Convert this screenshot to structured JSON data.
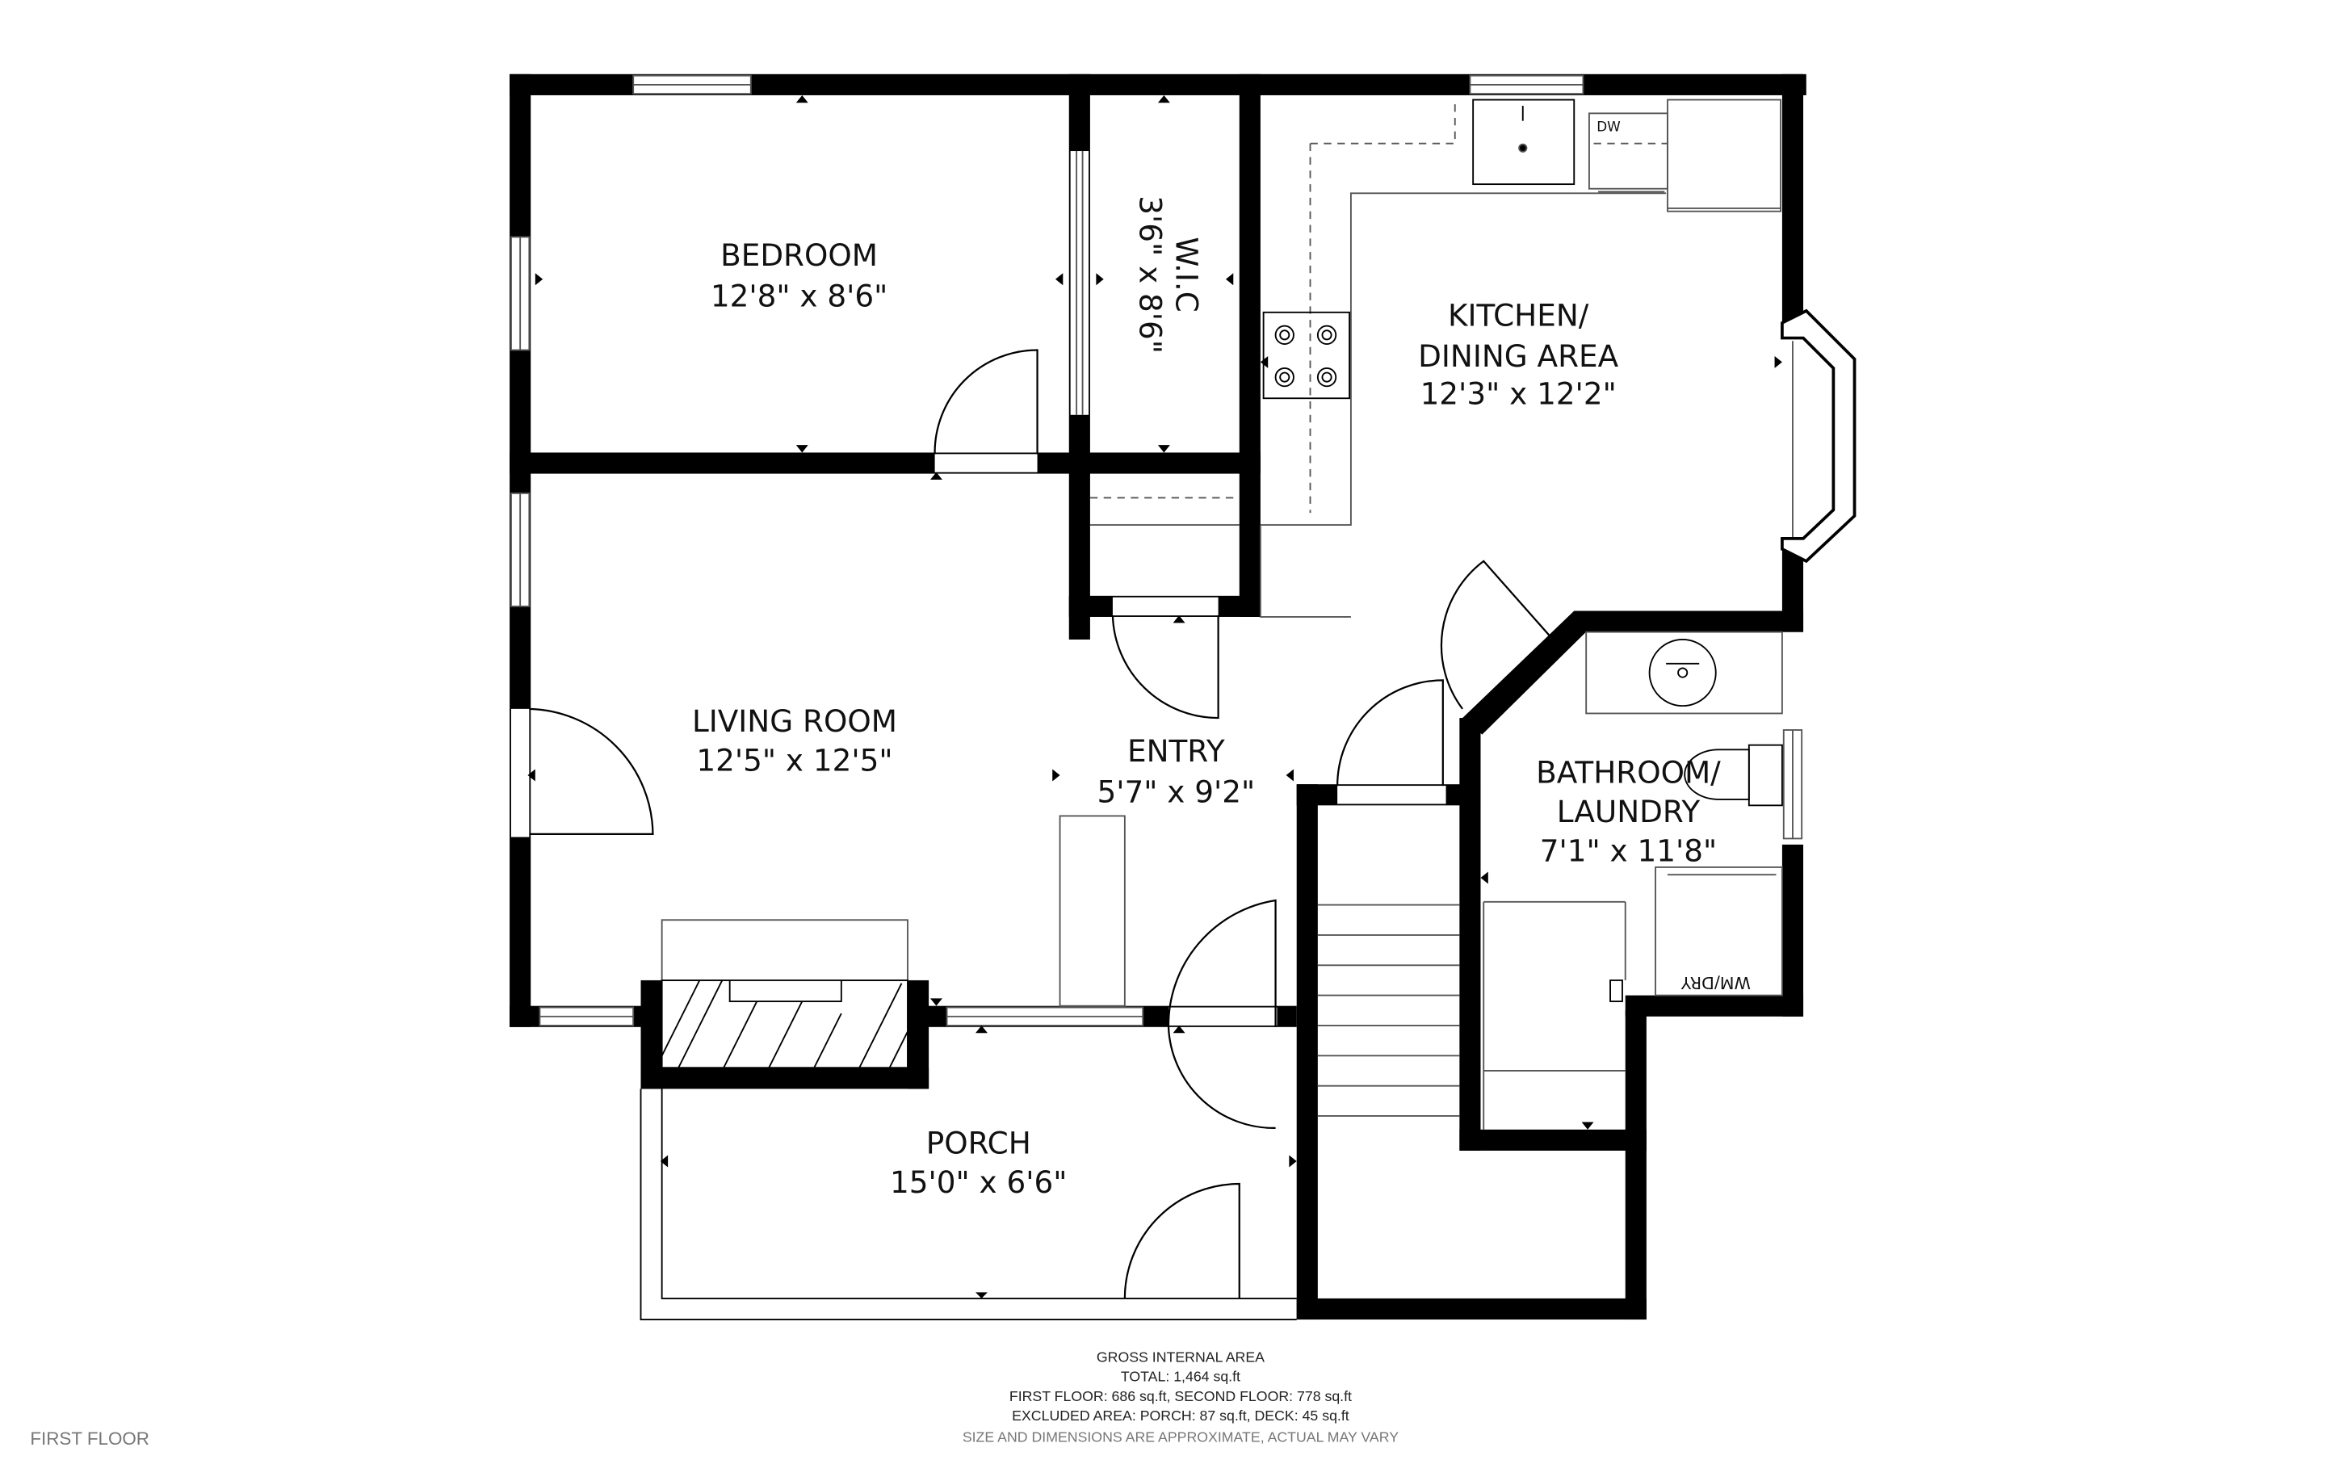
{
  "rooms": {
    "bedroom": {
      "name": "BEDROOM",
      "size": "12'8\" x 8'6\""
    },
    "wic": {
      "name": "W.I.C",
      "size": "3'6\" x 8'6\""
    },
    "kitchen": {
      "name_line1": "KITCHEN/",
      "name_line2": "DINING AREA",
      "size": "12'3\" x 12'2\""
    },
    "living": {
      "name": "LIVING ROOM",
      "size": "12'5\" x 12'5\""
    },
    "entry": {
      "name": "ENTRY",
      "size": "5'7\" x 9'2\""
    },
    "bathroom": {
      "name_line1": "BATHROOM/",
      "name_line2": "LAUNDRY",
      "size": "7'1\" x 11'8\""
    },
    "porch": {
      "name": "PORCH",
      "size": "15'0\" x 6'6\""
    }
  },
  "fixtures": {
    "dishwasher": "DW",
    "washer_dryer": "WM/DRY"
  },
  "footer": {
    "title": "GROSS INTERNAL AREA",
    "total": "TOTAL: 1,464 sq.ft",
    "floors": "FIRST FLOOR: 686 sq.ft, SECOND FLOOR: 778 sq.ft",
    "excluded": "EXCLUDED AREA: PORCH: 87 sq.ft, DECK: 45 sq.ft",
    "disclaimer": "SIZE AND DIMENSIONS ARE APPROXIMATE, ACTUAL MAY VARY",
    "floor_name": "FIRST FLOOR"
  },
  "colors": {
    "wall": "#000000",
    "line": "#555555",
    "muted_text": "#888888"
  }
}
